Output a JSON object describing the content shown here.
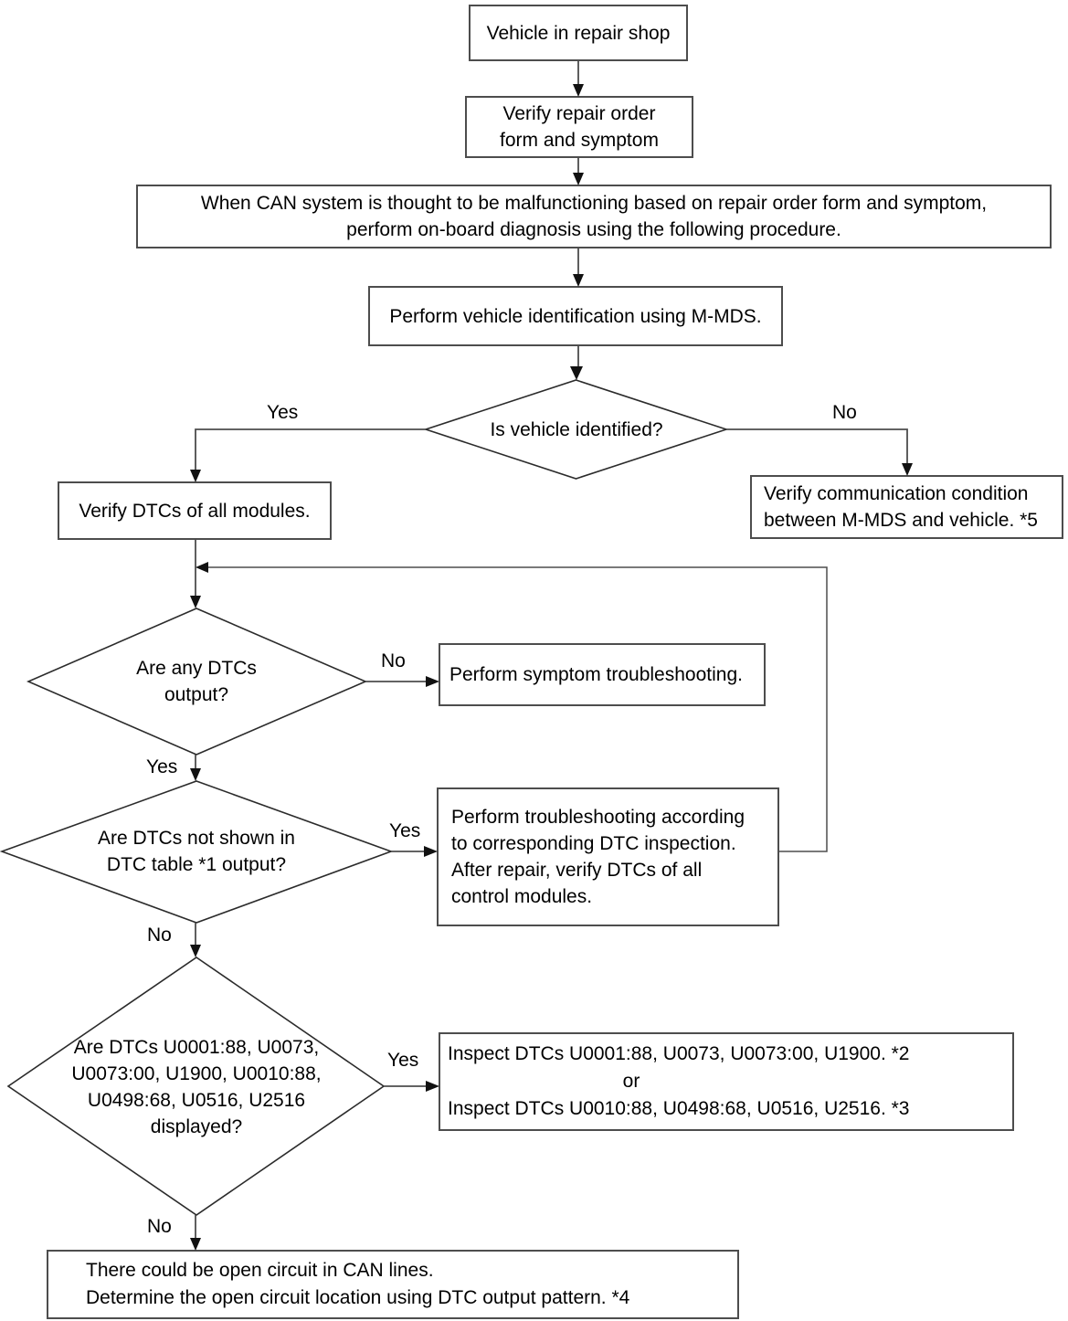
{
  "diagram": {
    "title": "CAN system on-board diagnosis flowchart",
    "colors": {
      "box_stroke": "#4d4d4d",
      "diamond_stroke": "#2b2b2b",
      "connector": "#4d4d4d",
      "text": "#000000",
      "background": "#ffffff"
    },
    "nodes": [
      {
        "id": "start",
        "shape": "rectangle",
        "text": "Vehicle in repair shop"
      },
      {
        "id": "verify-order",
        "shape": "rectangle",
        "text": "Verify repair order\nform and symptom"
      },
      {
        "id": "can-note",
        "shape": "rectangle",
        "text": "When CAN system is thought to be malfunctioning based on repair order form and symptom,\nperform on-board diagnosis using the following procedure."
      },
      {
        "id": "vehicle-id",
        "shape": "rectangle",
        "text": "Perform vehicle identification using M-MDS."
      },
      {
        "id": "is-vehicle-identified",
        "shape": "diamond",
        "text": "Is vehicle identified?"
      },
      {
        "id": "verify-dtcs-all-modules",
        "shape": "rectangle",
        "text": "Verify DTCs of all modules."
      },
      {
        "id": "verify-communication",
        "shape": "rectangle",
        "text": "Verify communication condition\nbetween M-MDS and vehicle. *5"
      },
      {
        "id": "are-any-dtcs-output",
        "shape": "diamond",
        "text": "Are any DTCs\noutput?"
      },
      {
        "id": "symptom-troubleshooting",
        "shape": "rectangle",
        "text": "Perform symptom troubleshooting."
      },
      {
        "id": "dtcs-not-in-table",
        "shape": "diamond",
        "text": "Are DTCs not shown in\nDTC table *1 output?"
      },
      {
        "id": "perform-troubleshooting",
        "shape": "rectangle",
        "text": "Perform troubleshooting according\nto corresponding DTC inspection.\nAfter repair, verify DTCs of all\ncontrol modules."
      },
      {
        "id": "dtc-codes-displayed",
        "shape": "diamond",
        "text": "Are DTCs U0001:88, U0073,\nU0073:00, U1900, U0010:88,\nU0498:68, U0516, U2516\ndisplayed?"
      },
      {
        "id": "inspect-dtcs",
        "shape": "rectangle",
        "line1": "Inspect DTCs U0001:88, U0073, U0073:00, U1900.  *2",
        "line2": "or",
        "line3": "Inspect DTCs U0010:88, U0498:68, U0516, U2516.  *3"
      },
      {
        "id": "open-circuit",
        "shape": "rectangle",
        "line1": "There could be open circuit in CAN lines.",
        "line2": "Determine the open circuit location using DTC output pattern.   *4"
      }
    ],
    "edge_labels": {
      "vehicle_identified_yes": "Yes",
      "vehicle_identified_no": "No",
      "any_dtcs_no": "No",
      "any_dtcs_yes": "Yes",
      "dtc_table_yes": "Yes",
      "dtc_table_no": "No",
      "dtc_codes_yes": "Yes",
      "dtc_codes_no": "No"
    }
  }
}
